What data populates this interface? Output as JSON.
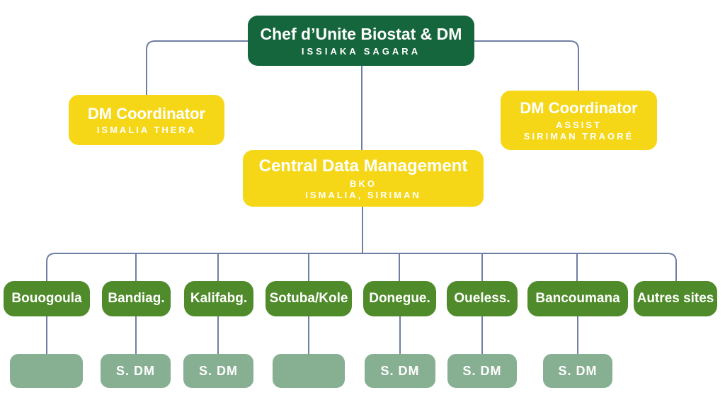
{
  "root": {
    "title": "Chef d’Unite Biostat & DM",
    "subtitle": "ISSIAKA SAGARA"
  },
  "coordinator_left": {
    "title": "DM Coordinator",
    "subtitle": "ISMALIA THERA"
  },
  "coordinator_right": {
    "title": "DM Coordinator",
    "subtitle_line1": "ASSIST",
    "subtitle_line2": "SIRIMAN TRAORÉ"
  },
  "central": {
    "title": "Central Data Management",
    "subtitle_line1": "BKO",
    "subtitle_line2": "ISMALIA, SIRIMAN"
  },
  "sites": [
    {
      "label": "Bouogoula"
    },
    {
      "label": "Bandiag."
    },
    {
      "label": "Kalifabg."
    },
    {
      "label": "Sotuba/Kole"
    },
    {
      "label": "Donegue."
    },
    {
      "label": "Oueless."
    },
    {
      "label": "Bancoumana"
    },
    {
      "label": "Autres sites"
    }
  ],
  "sub_boxes": [
    {
      "label": ""
    },
    {
      "label": "S. DM"
    },
    {
      "label": "S. DM"
    },
    {
      "label": ""
    },
    {
      "label": "S. DM"
    },
    {
      "label": "S. DM"
    },
    {
      "label": "S. DM"
    }
  ],
  "colors": {
    "root_green": "#15663C",
    "yellow": "#F5D717",
    "site_green": "#4F8B2A",
    "sub_sage": "#87AF92",
    "connector": "#6F7EA3",
    "text": "#FFFFFF"
  }
}
